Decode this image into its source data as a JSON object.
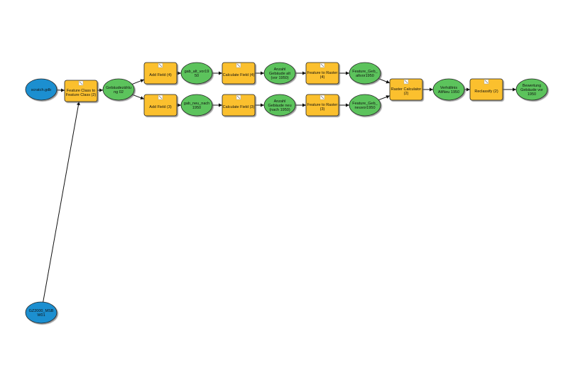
{
  "colors": {
    "data_blue": "#1a8fd0",
    "data_green": "#5cc35c",
    "tool_yellow": "#fbc02d",
    "stroke": "#222222"
  },
  "nodes": {
    "scratch": {
      "label": [
        "scratch.gdb"
      ],
      "type": "input"
    },
    "gz2000": {
      "label": [
        "GZ2000_MSB",
        "W01"
      ],
      "type": "input"
    },
    "fc2fc": {
      "label": [
        "Feature Class to",
        "Feature Class (2)"
      ],
      "type": "tool"
    },
    "gebz": {
      "label": [
        "Gebäudezählu",
        "ng 02"
      ],
      "type": "data"
    },
    "add4": {
      "label": [
        "Add Field (4)"
      ],
      "type": "tool"
    },
    "add3": {
      "label": [
        "Add Field (3)"
      ],
      "type": "tool"
    },
    "gabalt": {
      "label": [
        "gab_alt_vor19",
        "50"
      ],
      "type": "data"
    },
    "gabneu": {
      "label": [
        "gab_neu_nach",
        "1950"
      ],
      "type": "data"
    },
    "calc4": {
      "label": [
        "Calculate Field (4)"
      ],
      "type": "tool"
    },
    "calc3": {
      "label": [
        "Calculate Field (3)"
      ],
      "type": "tool"
    },
    "anzalt": {
      "label": [
        "Anzahl",
        "Gebäude alt",
        "(vor 1950)"
      ],
      "type": "data"
    },
    "anzneu": {
      "label": [
        "Anzahl",
        "Gebäude neu",
        "(nach 1950)"
      ],
      "type": "data"
    },
    "f2r4": {
      "label": [
        "Feature to Raster",
        "(4)"
      ],
      "type": "tool"
    },
    "f2r3": {
      "label": [
        "Feature to Raster",
        "(3)"
      ],
      "type": "tool"
    },
    "fgalt": {
      "label": [
        "Feature_Geb_",
        "altvor1950"
      ],
      "type": "data"
    },
    "fgneu": {
      "label": [
        "Feature_Geb_",
        "neuvor1950"
      ],
      "type": "data"
    },
    "rcalc": {
      "label": [
        "Raster Calculator",
        "(2)"
      ],
      "type": "tool"
    },
    "verh": {
      "label": [
        "Verhältnis",
        "AltNeu 1950"
      ],
      "type": "data"
    },
    "recl": {
      "label": [
        "Reclassify (2)"
      ],
      "type": "tool"
    },
    "bew": {
      "label": [
        "Bewertung",
        "Gebäude vor",
        "1950"
      ],
      "type": "data"
    }
  },
  "edges": [
    [
      "scratch",
      "fc2fc"
    ],
    [
      "gz2000",
      "fc2fc"
    ],
    [
      "fc2fc",
      "gebz"
    ],
    [
      "gebz",
      "add4"
    ],
    [
      "gebz",
      "add3"
    ],
    [
      "add4",
      "gabalt"
    ],
    [
      "add3",
      "gabneu"
    ],
    [
      "gabalt",
      "calc4"
    ],
    [
      "gabneu",
      "calc3"
    ],
    [
      "calc4",
      "anzalt"
    ],
    [
      "calc3",
      "anzneu"
    ],
    [
      "anzalt",
      "f2r4"
    ],
    [
      "anzneu",
      "f2r3"
    ],
    [
      "f2r4",
      "fgalt"
    ],
    [
      "f2r3",
      "fgneu"
    ],
    [
      "fgalt",
      "rcalc"
    ],
    [
      "fgneu",
      "rcalc"
    ],
    [
      "rcalc",
      "verh"
    ],
    [
      "verh",
      "recl"
    ],
    [
      "recl",
      "bew"
    ]
  ]
}
